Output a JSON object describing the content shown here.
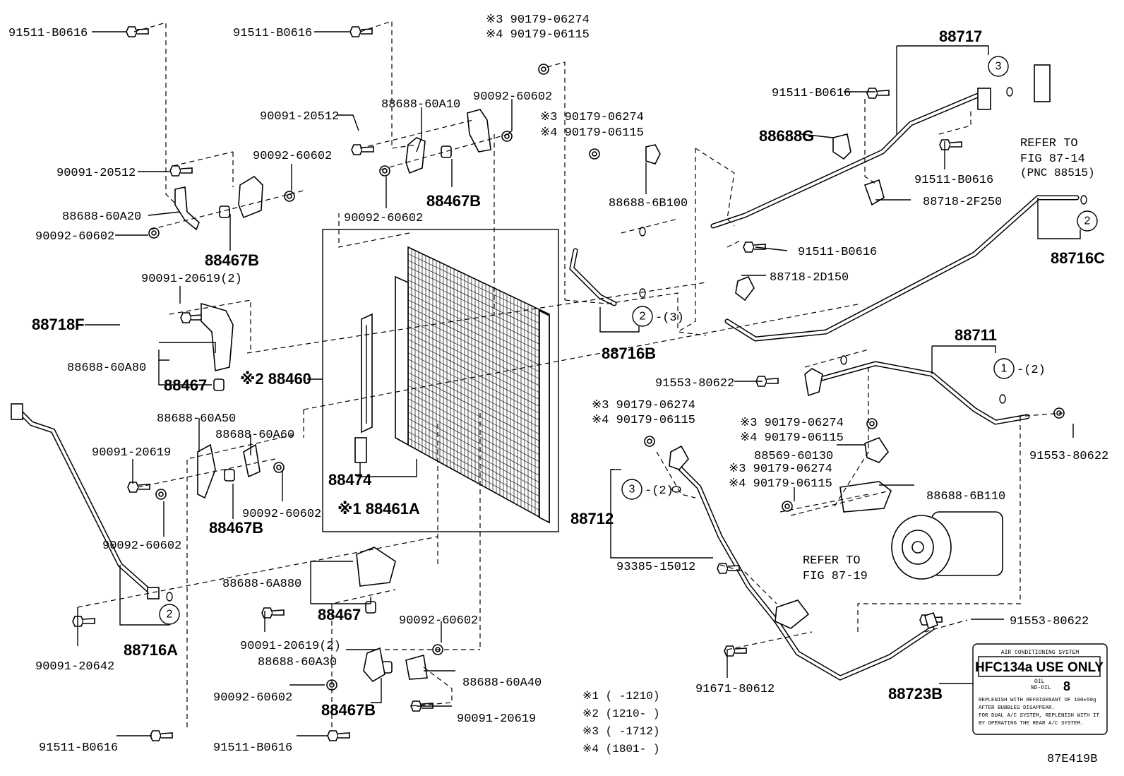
{
  "diagram": {
    "code": "87E419B",
    "labels": {
      "bolt_tl1": "91511-B0616",
      "bolt_tl2": "91511-B0616",
      "p3_a": "※3 90179-06274",
      "p4_a": "※4 90179-06115",
      "p3_b": "※3 90179-06274",
      "p4_b": "※4 90179-06115",
      "b_20512_a": "90091-20512",
      "b_20512_b": "90091-20512",
      "nut_60602_a": "90092-60602",
      "nut_60602_b": "90092-60602",
      "nut_60602_c": "90092-60602",
      "nut_60602_d": "90092-60602",
      "nut_60602_e": "90092-60602",
      "nut_60602_f": "90092-60602",
      "nut_60602_g": "90092-60602",
      "nut_60602_h": "90092-60602",
      "brk_60A10": "88688-60A10",
      "brk_60A20": "88688-60A20",
      "brk_60A80": "88688-60A80",
      "brk_60A50": "88688-60A50",
      "brk_60A60": "88688-60A60",
      "brk_6A880": "88688-6A880",
      "brk_60A30": "88688-60A30",
      "brk_60A40": "88688-60A40",
      "brk_6B100": "88688-6B100",
      "brk_6B110": "88688-6B110",
      "p88467B_a": "88467B",
      "p88467B_b": "88467B",
      "p88467B_c": "88467B",
      "p88467B_d": "88467B",
      "p88467_a": "88467",
      "p88467_b": "88467",
      "b_20619_2a": "90091-20619(2)",
      "b_20619_2b": "90091-20619(2)",
      "b_20619_a": "90091-20619",
      "b_20619_b": "90091-20619",
      "p88718F": "88718F",
      "p88460": "※2 88460",
      "p88474": "88474",
      "p88461A": "※1 88461A",
      "p88716A": "88716A",
      "b_20642": "90091-20642",
      "bolt_bl1": "91511-B0616",
      "bolt_bl2": "91511-B0616",
      "p88716B": "88716B",
      "c2_3": "-(3)",
      "p88717": "88717",
      "bolt_r1": "91511-B0616",
      "bolt_r2": "91511-B0616",
      "bolt_r3": "91511-B0616",
      "p88688G": "88688G",
      "refer1_a": "REFER TO",
      "refer1_b": "FIG 87-14",
      "refer1_c": "(PNC 88515)",
      "clamp_2F250": "88718-2F250",
      "clamp_2D150": "88718-2D150",
      "p88716C": "88716C",
      "p88711": "88711",
      "c1_2": "-(2)",
      "b_80622_a": "91553-80622",
      "b_80622_b": "91553-80622",
      "b_80622_c": "91553-80622",
      "p3_c": "※3 90179-06274",
      "p4_c": "※4 90179-06115",
      "p3_d": "※3 90179-06274",
      "p4_d": "※4 90179-06115",
      "p3_e": "※3 90179-06274",
      "p4_e": "※4 90179-06115",
      "clamp_60130": "88569-60130",
      "p88712": "88712",
      "c3_2": "-(2)",
      "b_15012": "93385-15012",
      "refer2_a": "REFER TO",
      "refer2_b": "FIG 87-19",
      "b_80612": "91671-80612",
      "p88723B": "88723B",
      "n1": "※1 (     -1210)",
      "n2": "※2 (1210-     )",
      "n3": "※3 (     -1712)",
      "n4": "※4 (1801-     )"
    },
    "circles": {
      "c1": "1",
      "c2": "2",
      "c3": "3"
    },
    "decal": {
      "header": "AIR CONDITIONING SYSTEM",
      "main": "HFC134a USE ONLY",
      "oil_label": "OIL",
      "oil_no": "ND-OIL",
      "oil_num": "8",
      "line1": "REPLENISH WITH REFRIGERANT OF 100±50g",
      "line2": "AFTER BUBBLES DISAPPEAR.",
      "line3": "FOR DUAL A/C SYSTEM, REPLENISH WITH IT",
      "line4": "BY OPERATING THE REAR A/C SYSTEM."
    }
  }
}
